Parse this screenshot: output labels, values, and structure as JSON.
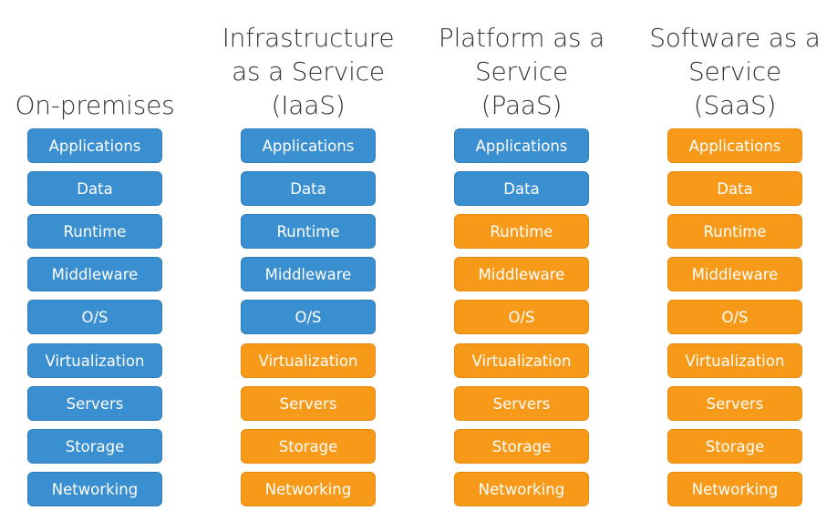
{
  "colors": {
    "you_manage": "#3a8fd0",
    "vendor_managed": "#f79a1a",
    "title_text": "#333333"
  },
  "columns": [
    {
      "title": [
        "On-premises"
      ],
      "layers": [
        {
          "label": "Applications",
          "managed_by": "you"
        },
        {
          "label": "Data",
          "managed_by": "you"
        },
        {
          "label": "Runtime",
          "managed_by": "you"
        },
        {
          "label": "Middleware",
          "managed_by": "you"
        },
        {
          "label": "O/S",
          "managed_by": "you"
        },
        {
          "label": "Virtualization",
          "managed_by": "you"
        },
        {
          "label": "Servers",
          "managed_by": "you"
        },
        {
          "label": "Storage",
          "managed_by": "you"
        },
        {
          "label": "Networking",
          "managed_by": "you"
        }
      ]
    },
    {
      "title": [
        "Infrastructure",
        "as a Service",
        "(IaaS)"
      ],
      "layers": [
        {
          "label": "Applications",
          "managed_by": "you"
        },
        {
          "label": "Data",
          "managed_by": "you"
        },
        {
          "label": "Runtime",
          "managed_by": "you"
        },
        {
          "label": "Middleware",
          "managed_by": "you"
        },
        {
          "label": "O/S",
          "managed_by": "you"
        },
        {
          "label": "Virtualization",
          "managed_by": "vendor"
        },
        {
          "label": "Servers",
          "managed_by": "vendor"
        },
        {
          "label": "Storage",
          "managed_by": "vendor"
        },
        {
          "label": "Networking",
          "managed_by": "vendor"
        }
      ]
    },
    {
      "title": [
        "Platform as a",
        "Service",
        "(PaaS)"
      ],
      "layers": [
        {
          "label": "Applications",
          "managed_by": "you"
        },
        {
          "label": "Data",
          "managed_by": "you"
        },
        {
          "label": "Runtime",
          "managed_by": "vendor"
        },
        {
          "label": "Middleware",
          "managed_by": "vendor"
        },
        {
          "label": "O/S",
          "managed_by": "vendor"
        },
        {
          "label": "Virtualization",
          "managed_by": "vendor"
        },
        {
          "label": "Servers",
          "managed_by": "vendor"
        },
        {
          "label": "Storage",
          "managed_by": "vendor"
        },
        {
          "label": "Networking",
          "managed_by": "vendor"
        }
      ]
    },
    {
      "title": [
        "Software as a",
        "Service",
        "(SaaS)"
      ],
      "layers": [
        {
          "label": "Applications",
          "managed_by": "vendor"
        },
        {
          "label": "Data",
          "managed_by": "vendor"
        },
        {
          "label": "Runtime",
          "managed_by": "vendor"
        },
        {
          "label": "Middleware",
          "managed_by": "vendor"
        },
        {
          "label": "O/S",
          "managed_by": "vendor"
        },
        {
          "label": "Virtualization",
          "managed_by": "vendor"
        },
        {
          "label": "Servers",
          "managed_by": "vendor"
        },
        {
          "label": "Storage",
          "managed_by": "vendor"
        },
        {
          "label": "Networking",
          "managed_by": "vendor"
        }
      ]
    }
  ]
}
